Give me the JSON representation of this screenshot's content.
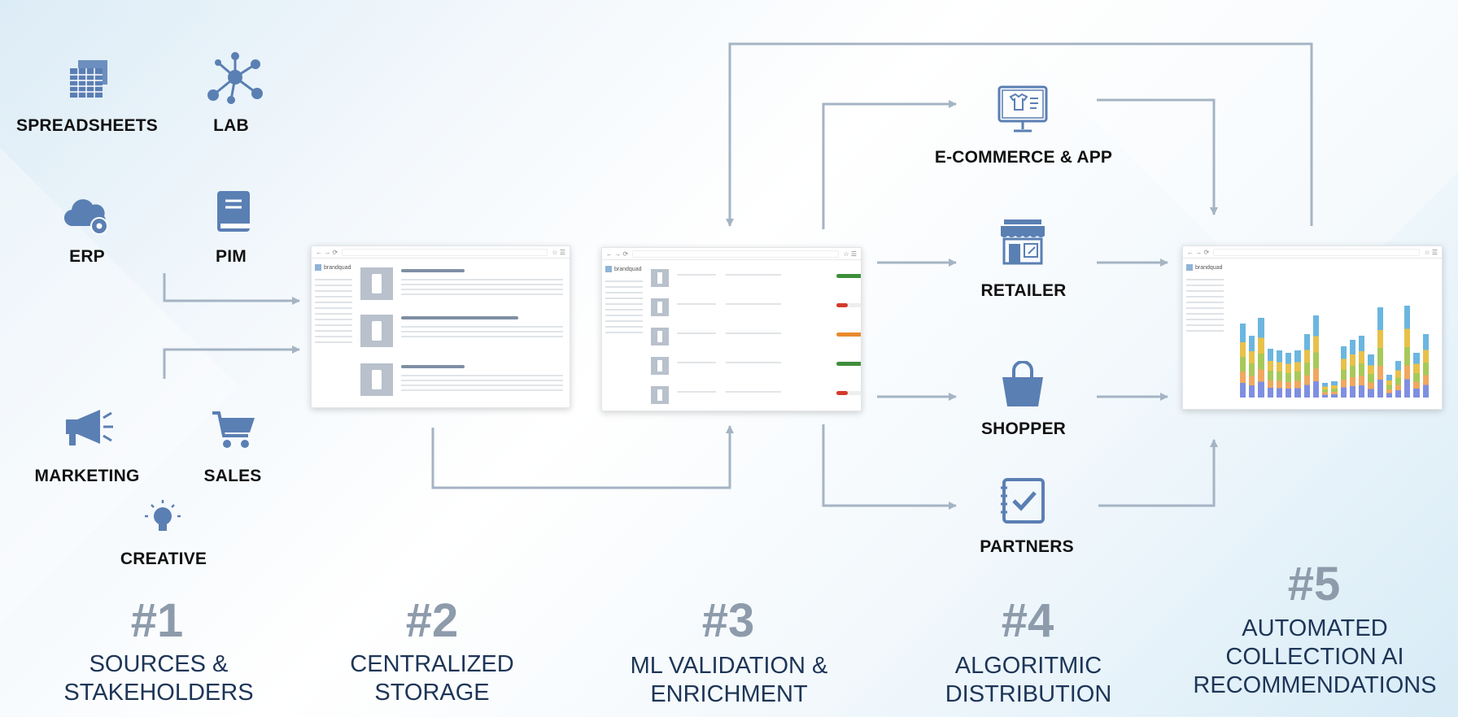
{
  "sources": {
    "spreadsheets": "SPREADSHEETS",
    "lab": "LAB",
    "erp": "ERP",
    "pim": "PIM",
    "marketing": "MARKETING",
    "sales": "SALES",
    "creative": "CREATIVE"
  },
  "channels": {
    "ecommerce": "E-COMMERCE & APP",
    "retailer": "RETAILER",
    "shopper": "SHOPPER",
    "partners": "PARTNERS"
  },
  "steps": [
    {
      "num": "#1",
      "line1": "SOURCES &",
      "line2": "STAKEHOLDERS",
      "line3": ""
    },
    {
      "num": "#2",
      "line1": "CENTRALIZED",
      "line2": "STORAGE",
      "line3": ""
    },
    {
      "num": "#3",
      "line1": "ML VALIDATION &",
      "line2": "ENRICHMENT",
      "line3": ""
    },
    {
      "num": "#4",
      "line1": "ALGORITMIC",
      "line2": "DISTRIBUTION",
      "line3": ""
    },
    {
      "num": "#5",
      "line1": "AUTOMATED",
      "line2": "COLLECTION AI",
      "line3": "RECOMMENDATIONS"
    }
  ],
  "windows": {
    "brand": "brandquad"
  },
  "colors": {
    "icon": "#5a7fb3",
    "arrow": "#a5b4c4",
    "title": "#1d3557",
    "step_num": "#8d9bab"
  },
  "icons": {
    "spreadsheets": "spreadsheet-icon",
    "lab": "molecule-icon",
    "erp": "cloud-gear-icon",
    "pim": "book-icon",
    "marketing": "megaphone-icon",
    "sales": "cart-icon",
    "creative": "lightbulb-icon",
    "ecommerce": "monitor-icon",
    "retailer": "storefront-icon",
    "shopper": "shopping-bag-icon",
    "partners": "checklist-icon"
  }
}
